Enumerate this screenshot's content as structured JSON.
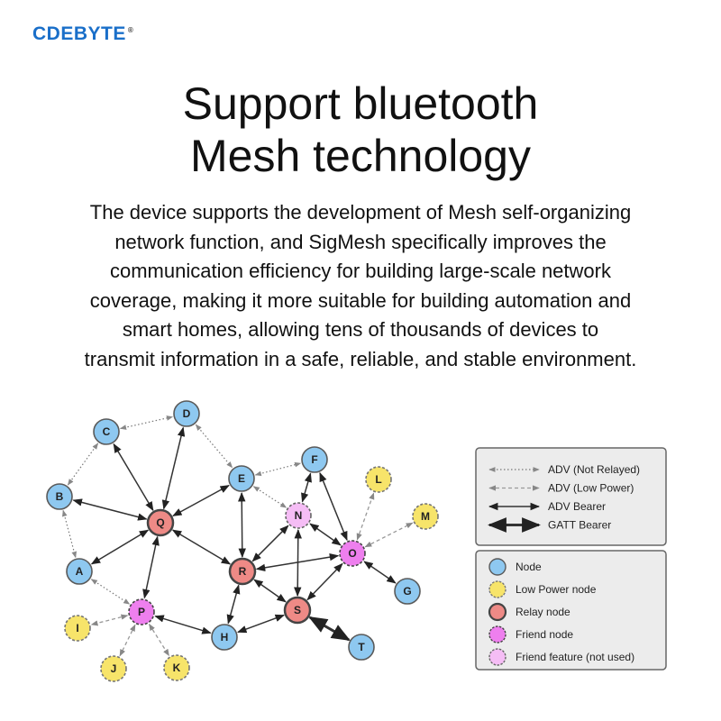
{
  "brand": {
    "name": "CDEBYTE",
    "mark": "®"
  },
  "title": {
    "line1": "Support bluetooth",
    "line2": "Mesh technology"
  },
  "description": {
    "lines": [
      "The device supports the development of Mesh self-organizing",
      "network function, and SigMesh specifically improves the",
      "communication efficiency for building large-scale network",
      "coverage, making it more suitable for building automation and",
      "smart homes, allowing tens of thousands of devices to",
      "transmit information in a safe, reliable, and stable environment."
    ]
  },
  "colors": {
    "node": "#8ec8f0",
    "low_power": "#f7e46a",
    "relay": "#ee8a86",
    "friend": "#ee7fee",
    "friend_unused": "#f5bdf5",
    "brand": "#1a6fc9"
  },
  "diagram": {
    "nodes": [
      {
        "id": "A",
        "type": "node"
      },
      {
        "id": "B",
        "type": "node"
      },
      {
        "id": "C",
        "type": "node"
      },
      {
        "id": "D",
        "type": "node"
      },
      {
        "id": "E",
        "type": "node"
      },
      {
        "id": "F",
        "type": "node"
      },
      {
        "id": "G",
        "type": "node"
      },
      {
        "id": "H",
        "type": "node"
      },
      {
        "id": "T",
        "type": "node"
      },
      {
        "id": "Q",
        "type": "relay"
      },
      {
        "id": "R",
        "type": "relay"
      },
      {
        "id": "S",
        "type": "relay"
      },
      {
        "id": "P",
        "type": "friend"
      },
      {
        "id": "O",
        "type": "friend"
      },
      {
        "id": "N",
        "type": "friend_unused"
      },
      {
        "id": "I",
        "type": "low_power"
      },
      {
        "id": "J",
        "type": "low_power"
      },
      {
        "id": "K",
        "type": "low_power"
      },
      {
        "id": "L",
        "type": "low_power"
      },
      {
        "id": "M",
        "type": "low_power"
      }
    ],
    "edges": [
      {
        "from": "C",
        "to": "D",
        "style": "adv_not_relayed"
      },
      {
        "from": "C",
        "to": "B",
        "style": "adv_not_relayed"
      },
      {
        "from": "B",
        "to": "A",
        "style": "adv_not_relayed"
      },
      {
        "from": "D",
        "to": "E",
        "style": "adv_not_relayed"
      },
      {
        "from": "E",
        "to": "F",
        "style": "adv_not_relayed"
      },
      {
        "from": "A",
        "to": "P",
        "style": "adv_not_relayed"
      },
      {
        "from": "E",
        "to": "N",
        "style": "adv_not_relayed"
      },
      {
        "from": "C",
        "to": "Q",
        "style": "adv_bearer"
      },
      {
        "from": "D",
        "to": "Q",
        "style": "adv_bearer"
      },
      {
        "from": "B",
        "to": "Q",
        "style": "adv_bearer"
      },
      {
        "from": "A",
        "to": "Q",
        "style": "adv_bearer"
      },
      {
        "from": "E",
        "to": "Q",
        "style": "adv_bearer"
      },
      {
        "from": "Q",
        "to": "R",
        "style": "adv_bearer"
      },
      {
        "from": "Q",
        "to": "P",
        "style": "adv_bearer"
      },
      {
        "from": "E",
        "to": "R",
        "style": "adv_bearer"
      },
      {
        "from": "R",
        "to": "N",
        "style": "adv_bearer"
      },
      {
        "from": "R",
        "to": "O",
        "style": "adv_bearer"
      },
      {
        "from": "R",
        "to": "S",
        "style": "adv_bearer"
      },
      {
        "from": "R",
        "to": "H",
        "style": "adv_bearer"
      },
      {
        "from": "N",
        "to": "S",
        "style": "adv_bearer"
      },
      {
        "from": "N",
        "to": "O",
        "style": "adv_bearer"
      },
      {
        "from": "F",
        "to": "N",
        "style": "adv_bearer"
      },
      {
        "from": "F",
        "to": "O",
        "style": "adv_bearer"
      },
      {
        "from": "S",
        "to": "O",
        "style": "adv_bearer"
      },
      {
        "from": "S",
        "to": "H",
        "style": "adv_bearer"
      },
      {
        "from": "O",
        "to": "G",
        "style": "adv_bearer"
      },
      {
        "from": "P",
        "to": "H",
        "style": "adv_bearer"
      },
      {
        "from": "S",
        "to": "T",
        "style": "gatt_bearer"
      },
      {
        "from": "P",
        "to": "I",
        "style": "adv_low_power"
      },
      {
        "from": "P",
        "to": "J",
        "style": "adv_low_power"
      },
      {
        "from": "P",
        "to": "K",
        "style": "adv_low_power"
      },
      {
        "from": "O",
        "to": "L",
        "style": "adv_low_power"
      },
      {
        "from": "O",
        "to": "M",
        "style": "adv_low_power"
      }
    ]
  },
  "legend_lines": {
    "items": [
      {
        "style": "adv_not_relayed",
        "label": "ADV (Not Relayed)"
      },
      {
        "style": "adv_low_power",
        "label": "ADV (Low Power)"
      },
      {
        "style": "adv_bearer",
        "label": "ADV Bearer"
      },
      {
        "style": "gatt_bearer",
        "label": "GATT Bearer"
      }
    ]
  },
  "legend_nodes": {
    "items": [
      {
        "type": "node",
        "label": "Node"
      },
      {
        "type": "low_power",
        "label": "Low Power node"
      },
      {
        "type": "relay",
        "label": "Relay node"
      },
      {
        "type": "friend",
        "label": "Friend node"
      },
      {
        "type": "friend_unused",
        "label": "Friend feature (not used)"
      }
    ]
  }
}
